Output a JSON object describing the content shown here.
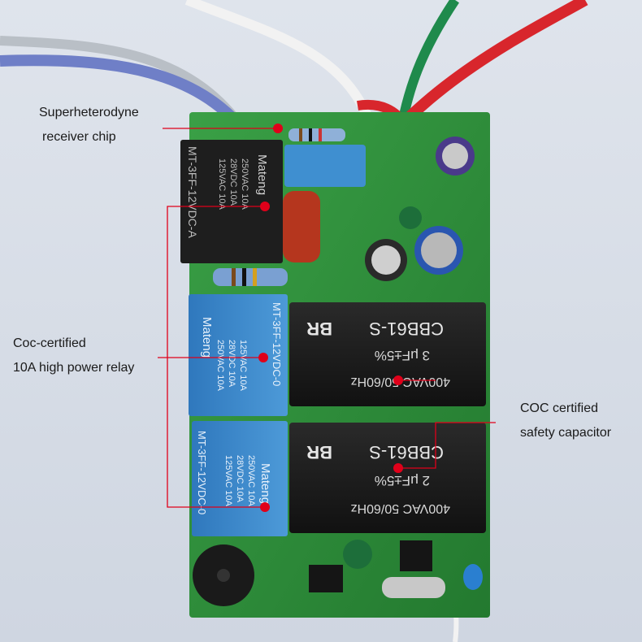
{
  "annotations": {
    "receiver_chip": {
      "line1": "Superheterodyne",
      "line2": "receiver chip"
    },
    "relay": {
      "line1": "Coc-certified",
      "line2": "10A high power relay"
    },
    "capacitor": {
      "line1": "COC certified",
      "line2": "safety capacitor"
    }
  },
  "components": {
    "top_relay": {
      "brand": "Mateng",
      "model": "MT-3FF-12VDC-A",
      "ratings": [
        "250VAC 10A",
        "28VDC 10A",
        "125VAC 10A"
      ]
    },
    "middle_relay": {
      "brand": "Mateng",
      "model": "MT-3FF-12VDC-0",
      "ratings": [
        "250VAC 10A",
        "28VDC 10A",
        "125VAC 10A"
      ]
    },
    "bottom_relay": {
      "brand": "Mateng",
      "model": "MT-3FF-12VDC-0",
      "ratings": [
        "250VAC 10A",
        "28VDC 10A",
        "125VAC 10A"
      ]
    },
    "capacitor_top": {
      "brand": "BR",
      "model": "CBB61-S",
      "capacitance": "3 μF±5%",
      "rating": "400VAC 50/60Hz"
    },
    "capacitor_bottom": {
      "brand": "BR",
      "model": "CBB61-S",
      "capacitance": "2 μF±5%",
      "rating": "400VAC 50/60Hz"
    }
  },
  "colors": {
    "pcb": "#2f8f3c",
    "relay_black": "#1e1e1e",
    "relay_blue": "#3a86c8",
    "capacitor": "#1a1a1a",
    "marker": "#e0001a",
    "wire_red": "#d8262c",
    "wire_green": "#1f8a4c",
    "wire_white": "#f2f2f2",
    "wire_blue": "#6f7fc7"
  }
}
